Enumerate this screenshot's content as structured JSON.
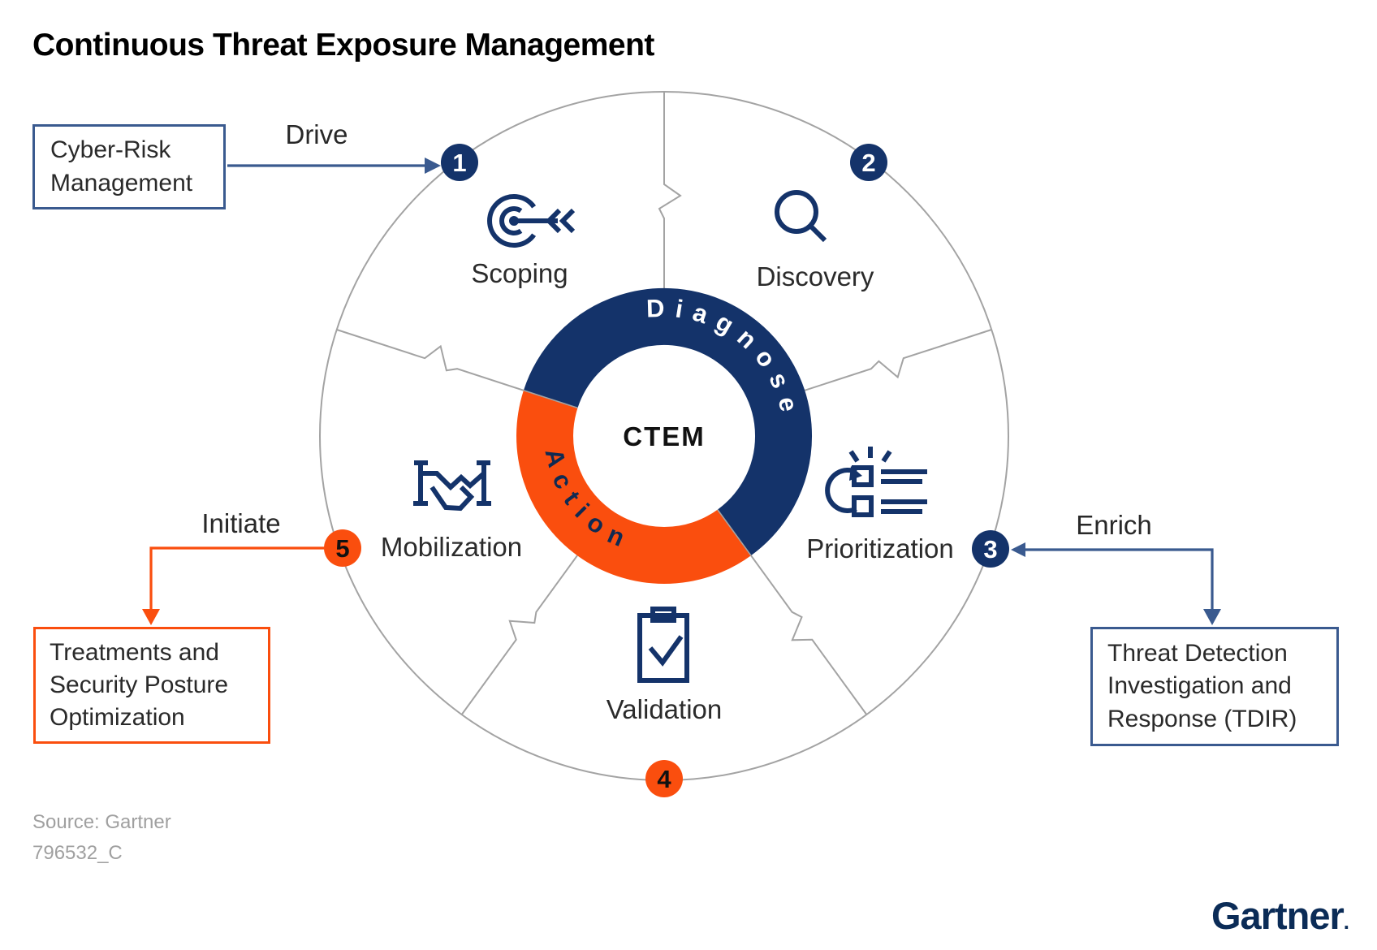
{
  "title": "Continuous Threat Exposure Management",
  "center": {
    "label": "CTEM",
    "diagnose": "Diagnose",
    "action": "Action"
  },
  "stages": [
    {
      "num": "1",
      "label": "Scoping",
      "icon": "target-arrow-icon"
    },
    {
      "num": "2",
      "label": "Discovery",
      "icon": "magnifier-icon"
    },
    {
      "num": "3",
      "label": "Prioritization",
      "icon": "priority-list-icon"
    },
    {
      "num": "4",
      "label": "Validation",
      "icon": "clipboard-check-icon"
    },
    {
      "num": "5",
      "label": "Mobilization",
      "icon": "handshake-icon"
    }
  ],
  "external": {
    "cyber_risk": {
      "label": "Cyber-Risk Management",
      "arrow": "Drive"
    },
    "tdir": {
      "label": "Threat Detection Investigation and Response (TDIR)",
      "arrow": "Enrich"
    },
    "treatments": {
      "label": "Treatments and Security Posture Optimization",
      "arrow": "Initiate"
    }
  },
  "footer": {
    "source": "Source: Gartner",
    "doc_id": "796532_C",
    "logo": "Gartner",
    "logo_mark": "."
  },
  "colors": {
    "navy": "#14336a",
    "navy-dark": "#102a52",
    "orange": "#fa4e0e",
    "gray": "#a3a3a3",
    "box-blue": "#3a5a8f",
    "logo": "#0b2c57"
  }
}
